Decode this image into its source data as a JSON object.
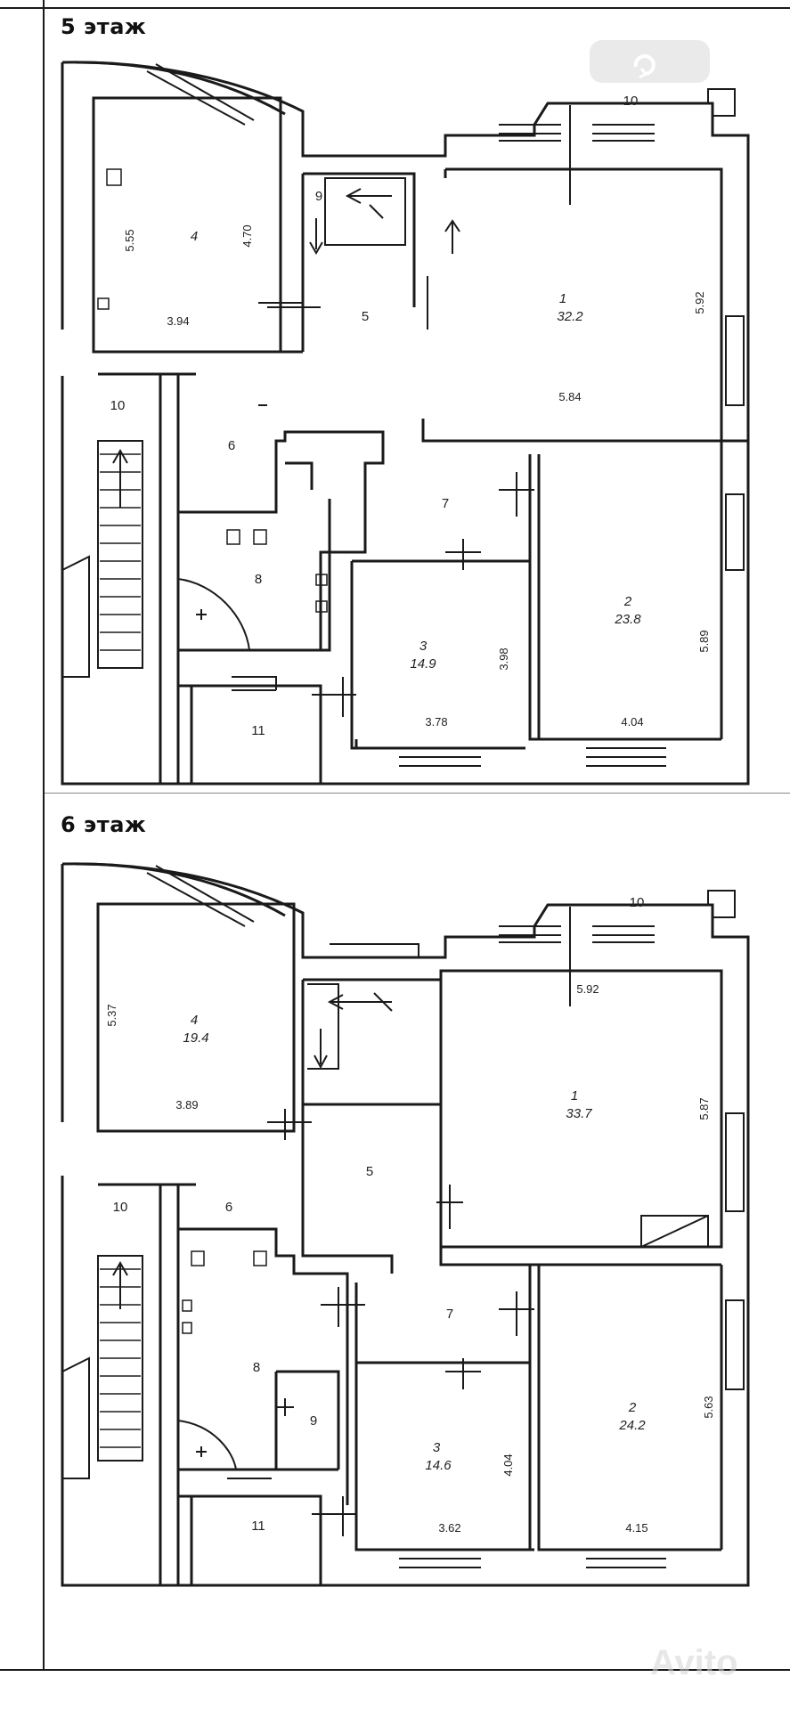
{
  "floors": [
    {
      "title": "5 этаж",
      "rooms": [
        {
          "no": "1",
          "area": "32.2"
        },
        {
          "no": "2",
          "area": "23.8"
        },
        {
          "no": "3",
          "area": "14.9"
        },
        {
          "no": "4",
          "area": ""
        },
        {
          "no": "5",
          "area": ""
        },
        {
          "no": "6",
          "area": ""
        },
        {
          "no": "7",
          "area": ""
        },
        {
          "no": "8",
          "area": ""
        },
        {
          "no": "9",
          "area": ""
        },
        {
          "no": "10",
          "area": ""
        },
        {
          "no": "10",
          "area": ""
        },
        {
          "no": "11",
          "area": ""
        }
      ],
      "dimensions": [
        "5.55",
        "4.70",
        "3.94",
        "5.92",
        "5.84",
        "3.98",
        "3.78",
        "4.04",
        "5.89"
      ]
    },
    {
      "title": "6 этаж",
      "rooms": [
        {
          "no": "1",
          "area": "33.7"
        },
        {
          "no": "2",
          "area": "24.2"
        },
        {
          "no": "3",
          "area": "14.6"
        },
        {
          "no": "4",
          "area": "19.4"
        },
        {
          "no": "5",
          "area": ""
        },
        {
          "no": "6",
          "area": ""
        },
        {
          "no": "7",
          "area": ""
        },
        {
          "no": "8",
          "area": ""
        },
        {
          "no": "9",
          "area": ""
        },
        {
          "no": "10",
          "area": ""
        },
        {
          "no": "10",
          "area": ""
        },
        {
          "no": "11",
          "area": ""
        }
      ],
      "dimensions": [
        "5.37",
        "3.89",
        "5.92",
        "5.87",
        "4.04",
        "3.62",
        "4.15",
        "5.63"
      ]
    }
  ],
  "watermark": "Avito",
  "status_icon": "sync-icon"
}
